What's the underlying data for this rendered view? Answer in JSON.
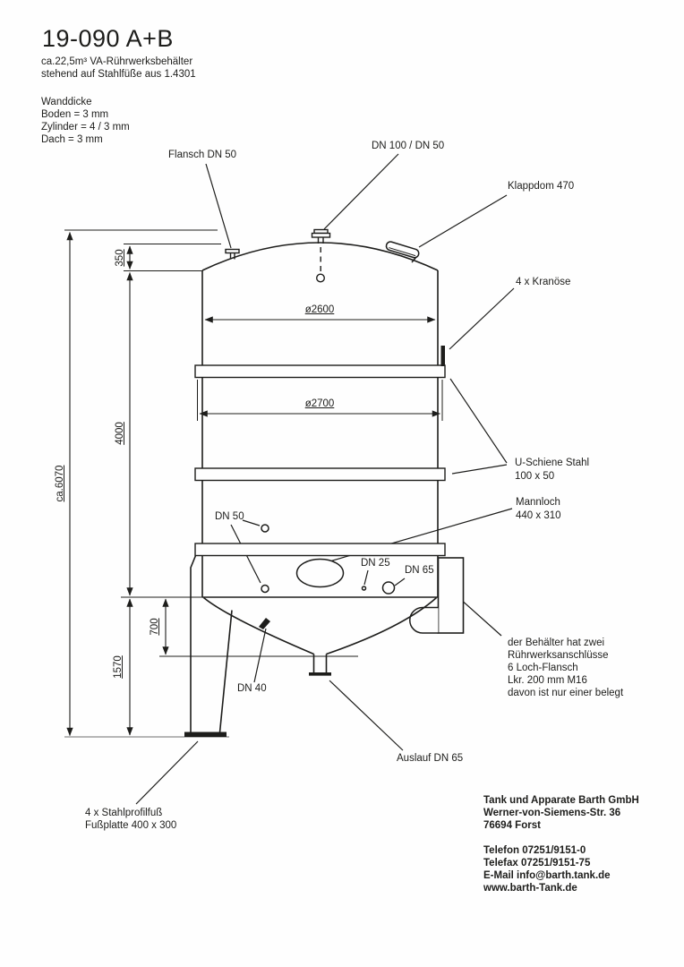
{
  "drawing": {
    "title": "19-090 A+B",
    "subtitle1": "ca.22,5m³ VA-Rührwerksbehälter",
    "subtitle2": "stehend auf Stahlfüße aus 1.4301",
    "wall": {
      "heading": "Wanddicke",
      "boden": "Boden = 3 mm",
      "zylinder": "Zylinder = 4 / 3 mm",
      "dach": "Dach = 3 mm"
    }
  },
  "callouts": {
    "flansch": "Flansch DN 50",
    "dn100": "DN 100 / DN 50",
    "klappdom": "Klappdom 470",
    "kranoese": "4 x Kranöse",
    "u_schiene1": "U-Schiene Stahl",
    "u_schiene2": "100 x 50",
    "mannloch1": "Mannloch",
    "mannloch2": "440 x 310",
    "dn50": "DN 50",
    "dn25": "DN 25",
    "dn65": "DN 65",
    "dn40": "DN 40",
    "auslauf": "Auslauf DN 65",
    "fuss1": "4 x Stahlprofilfuß",
    "fuss2": "Fußplatte 400 x 300",
    "note_lines": [
      "der Behälter hat zwei",
      "Rührwerksanschlüsse",
      "6 Loch-Flansch",
      "Lkr. 200 mm M16",
      "davon ist nur einer belegt"
    ]
  },
  "dimensions": {
    "dia_top": "ø2600",
    "dia_band": "ø2700",
    "dome_height": "350",
    "shell_height": "4000",
    "bottom_height": "1570",
    "cone_height": "700",
    "total_height": "ca.6070"
  },
  "address": {
    "company": [
      "Tank und Apparate Barth GmbH",
      "Werner-von-Siemens-Str. 36",
      "76694 Forst"
    ],
    "contact": [
      "Telefon 07251/9151-0",
      "Telefax 07251/9151-75",
      "E-Mail info@barth.tank.de",
      "www.barth-Tank.de"
    ]
  },
  "colors": {
    "ink": "#1d1d1b",
    "paper": "#fefefe",
    "ground": "#8a8a8a"
  }
}
